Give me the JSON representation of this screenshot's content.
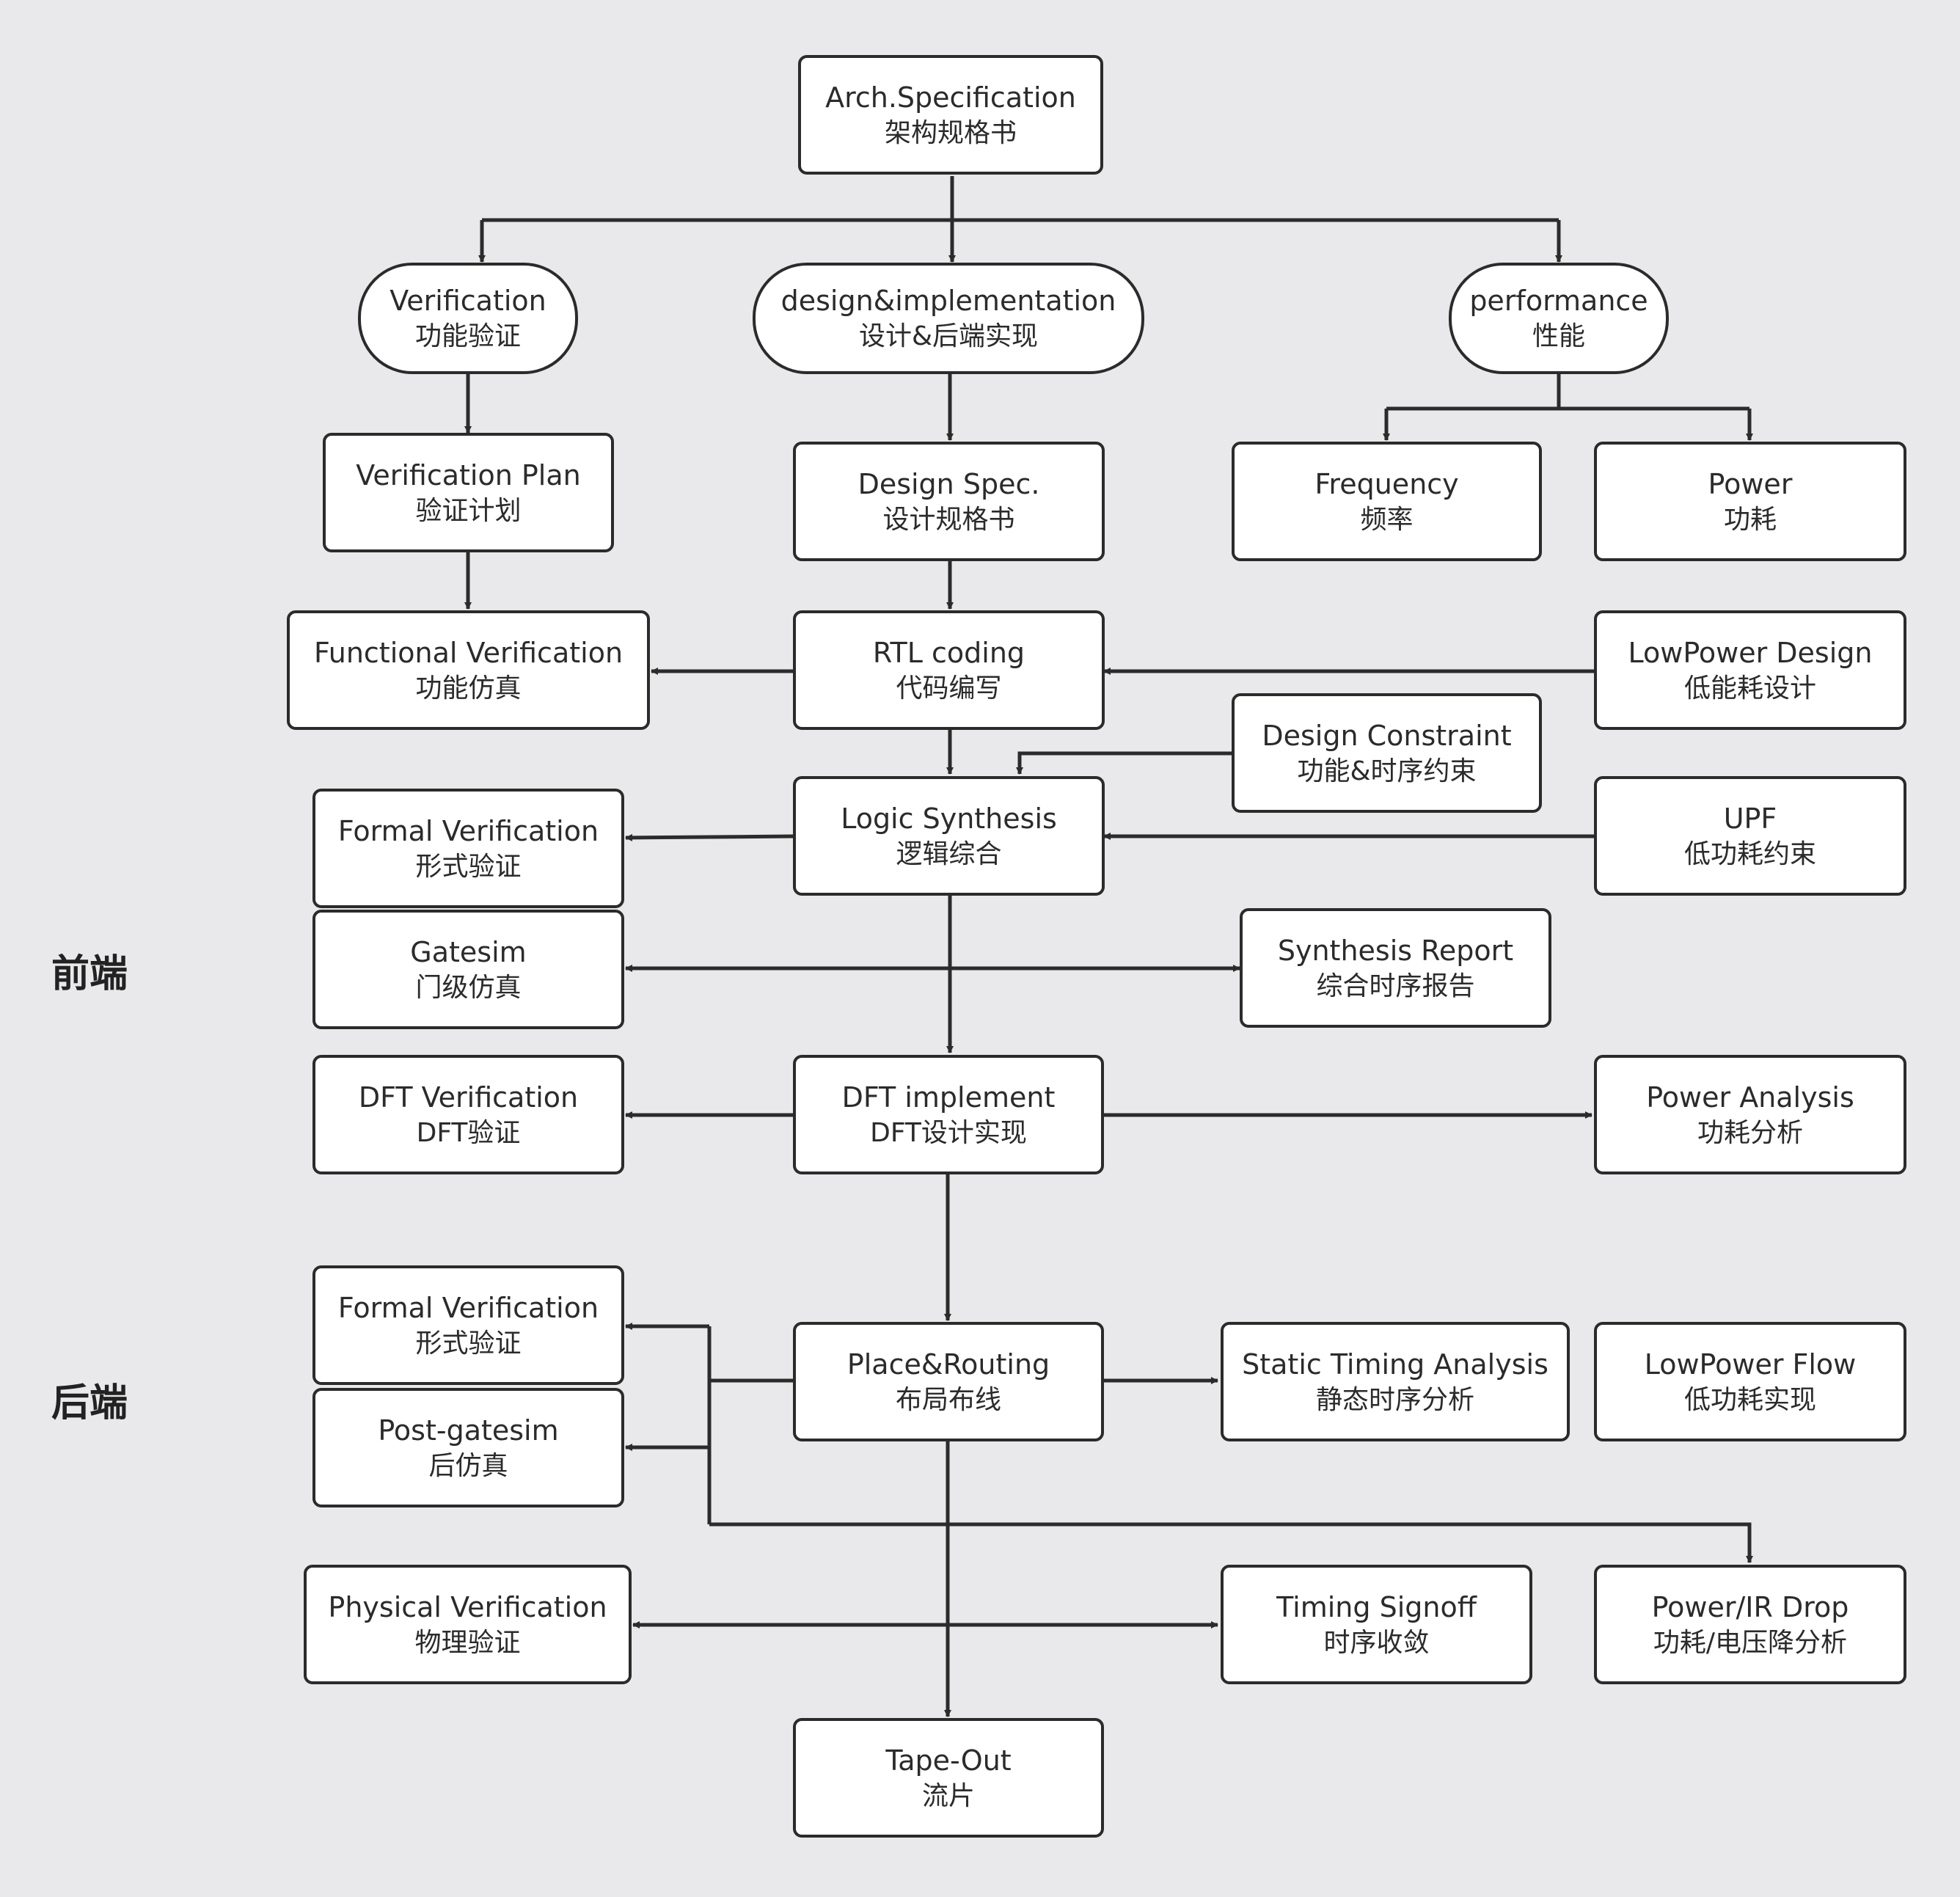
{
  "colors": {
    "background": "#e9e9eb",
    "box_fill": "#ffffff",
    "stroke": "#2b2b2b"
  },
  "side_labels": {
    "front_end": "前端",
    "back_end": "后端"
  },
  "nodes": {
    "arch_spec": {
      "en": "Arch.Specification",
      "cn": "架构规格书"
    },
    "verification": {
      "en": "Verification",
      "cn": "功能验证"
    },
    "design_impl": {
      "en": "design&implementation",
      "cn": "设计&后端实现"
    },
    "performance": {
      "en": "performance",
      "cn": "性能"
    },
    "verification_plan": {
      "en": "Verification Plan",
      "cn": "验证计划"
    },
    "design_spec": {
      "en": "Design Spec.",
      "cn": "设计规格书"
    },
    "frequency": {
      "en": "Frequency",
      "cn": "频率"
    },
    "power": {
      "en": "Power",
      "cn": "功耗"
    },
    "functional_verification": {
      "en": "Functional Verification",
      "cn": "功能仿真"
    },
    "rtl_coding": {
      "en": "RTL coding",
      "cn": "代码编写"
    },
    "lowpower_design": {
      "en": "LowPower Design",
      "cn": "低能耗设计"
    },
    "design_constraint": {
      "en": "Design Constraint",
      "cn": "功能&时序约束"
    },
    "formal_verification_1": {
      "en": "Formal Verification",
      "cn": "形式验证"
    },
    "logic_synthesis": {
      "en": "Logic Synthesis",
      "cn": "逻辑综合"
    },
    "upf": {
      "en": "UPF",
      "cn": "低功耗约束"
    },
    "gatesim": {
      "en": "Gatesim",
      "cn": "门级仿真"
    },
    "synthesis_report": {
      "en": "Synthesis Report",
      "cn": "综合时序报告"
    },
    "dft_verification": {
      "en": "DFT Verification",
      "cn": "DFT验证"
    },
    "dft_implement": {
      "en": "DFT implement",
      "cn": "DFT设计实现"
    },
    "power_analysis": {
      "en": "Power Analysis",
      "cn": "功耗分析"
    },
    "formal_verification_2": {
      "en": "Formal Verification",
      "cn": "形式验证"
    },
    "place_routing": {
      "en": "Place&Routing",
      "cn": "布局布线"
    },
    "sta": {
      "en": "Static Timing Analysis",
      "cn": "静态时序分析"
    },
    "lowpower_flow": {
      "en": "LowPower Flow",
      "cn": "低功耗实现"
    },
    "post_gatesim": {
      "en": "Post-gatesim",
      "cn": "后仿真"
    },
    "physical_verification": {
      "en": "Physical Verification",
      "cn": "物理验证"
    },
    "timing_signoff": {
      "en": "Timing Signoff",
      "cn": "时序收敛"
    },
    "power_ir_drop": {
      "en": "Power/IR Drop",
      "cn": "功耗/电压降分析"
    },
    "tape_out": {
      "en": "Tape-Out",
      "cn": "流片"
    }
  }
}
